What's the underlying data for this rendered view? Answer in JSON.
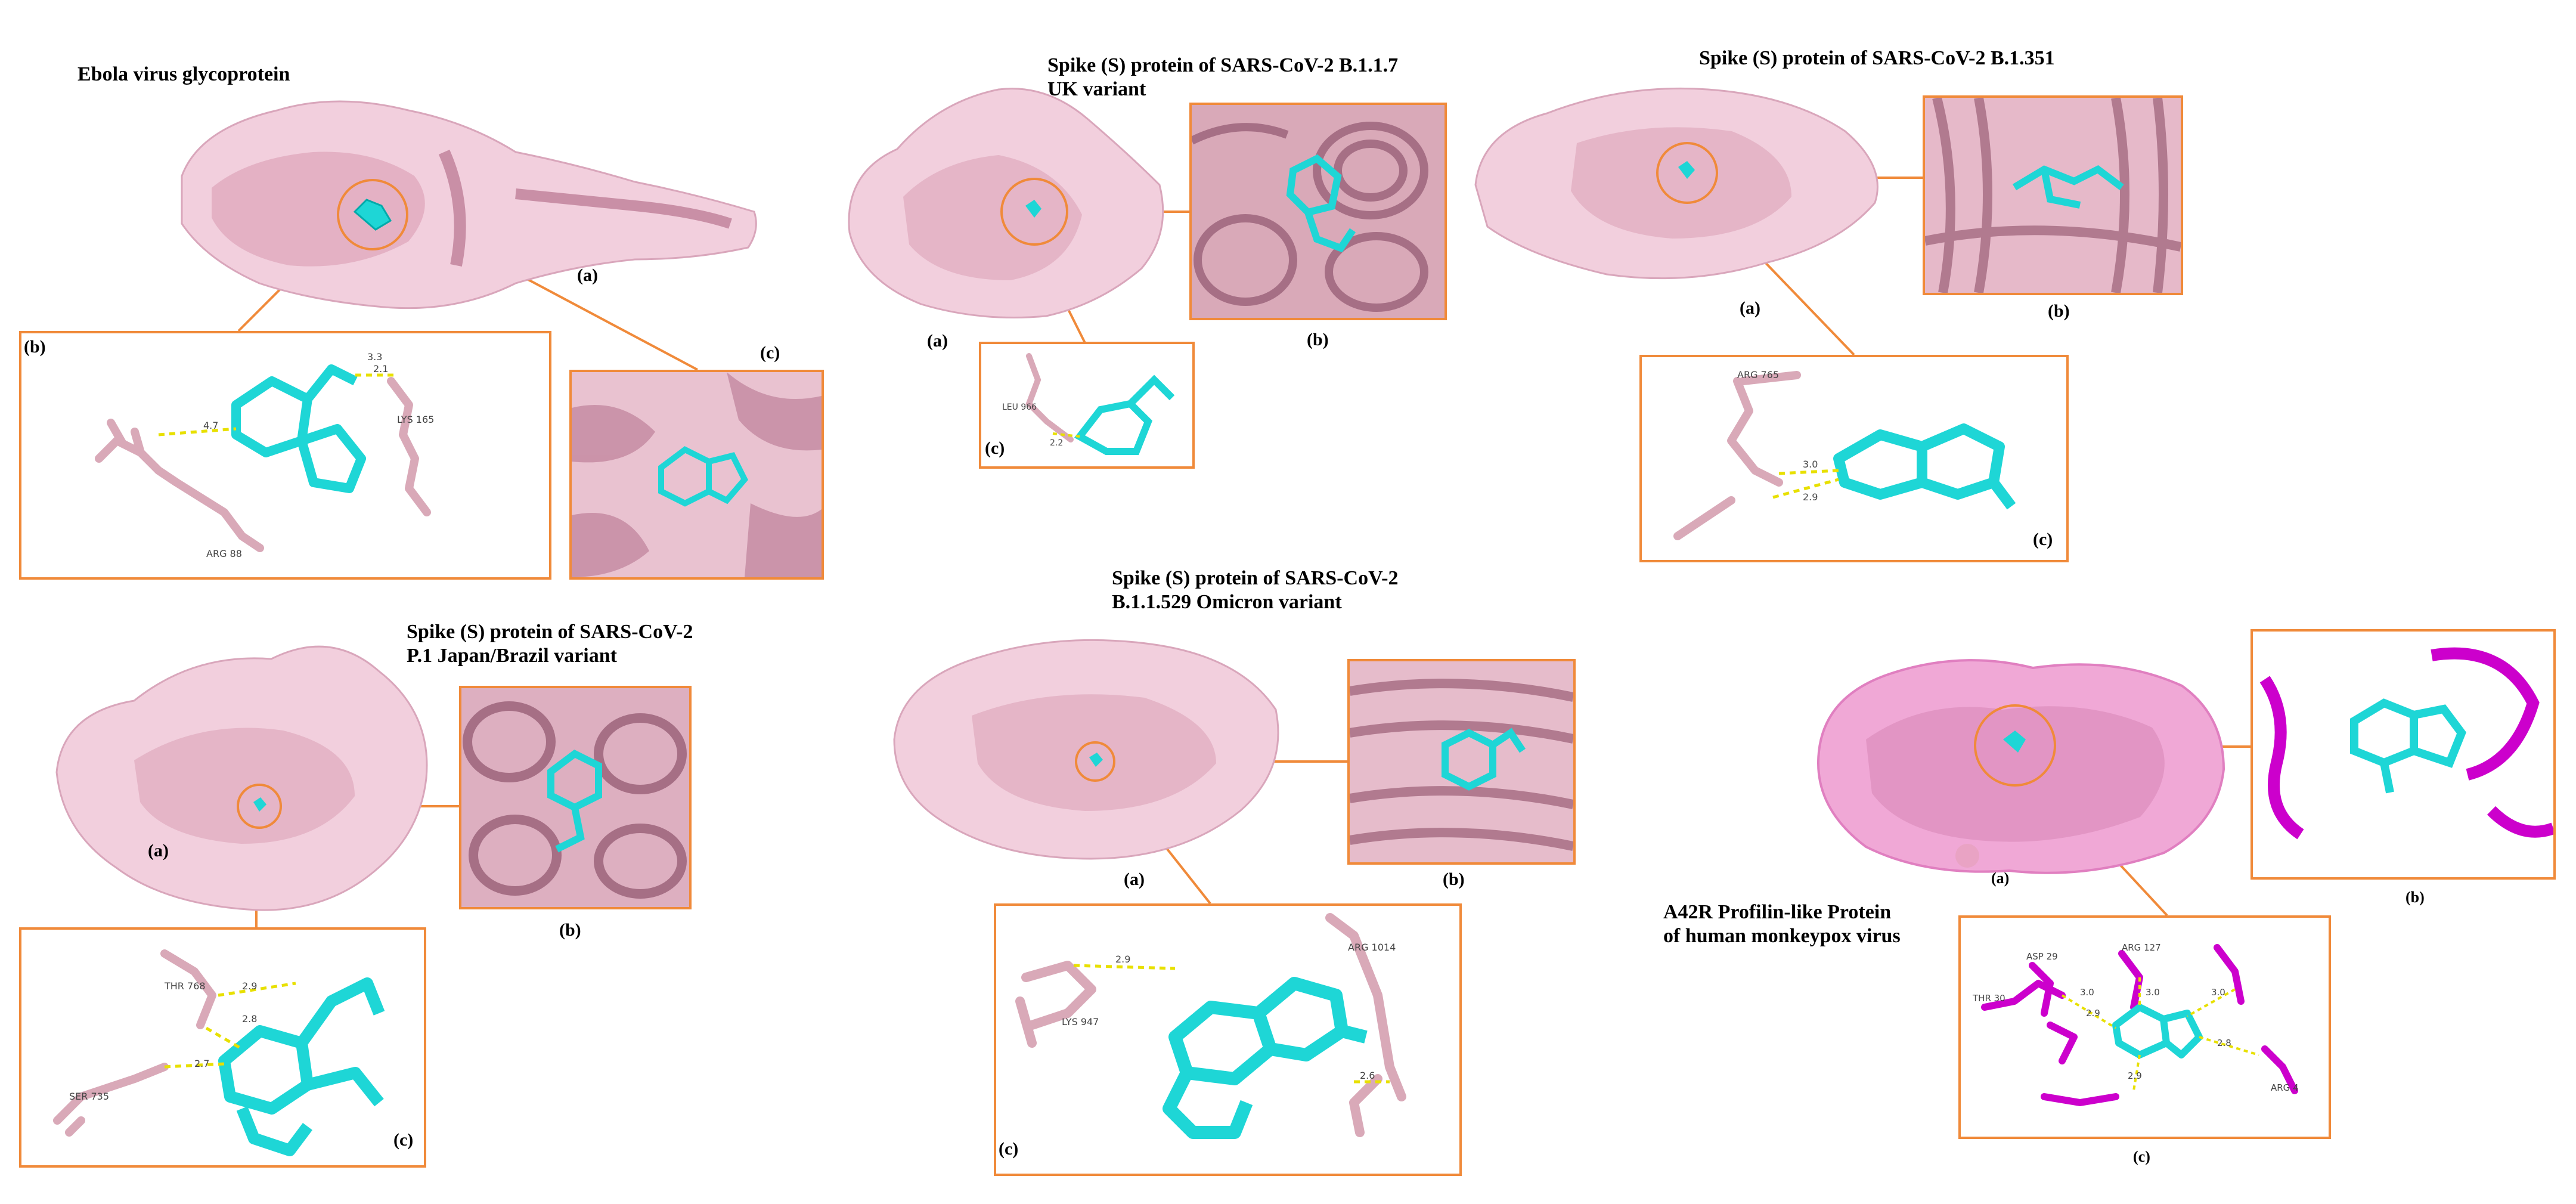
{
  "panels": [
    {
      "title_lines": [
        "Ebola virus glycoprotein"
      ],
      "labels": [
        "(a)",
        "(b)",
        "(c)"
      ]
    },
    {
      "title_lines": [
        "Spike (S) protein of SARS-CoV-2 B.1.1.7",
        "UK variant"
      ],
      "labels": [
        "(a)",
        "(b)",
        "(c)"
      ]
    },
    {
      "title_lines": [
        "Spike (S) protein of SARS-CoV-2 B.1.351"
      ],
      "labels": [
        "(a)",
        "(b)",
        "(c)"
      ]
    },
    {
      "title_lines": [
        "Spike (S) protein of SARS-CoV-2",
        "P.1 Japan/Brazil variant"
      ],
      "labels": [
        "(a)",
        "(b)",
        "(c)"
      ]
    },
    {
      "title_lines": [
        "Spike (S) protein of SARS-CoV-2",
        "B.1.1.529 Omicron variant"
      ],
      "labels": [
        "(a)",
        "(b)",
        "(c)"
      ]
    },
    {
      "title_lines": [
        "A42R Profilin-like Protein",
        "of human monkeypox virus"
      ],
      "labels": [
        "(a)",
        "(b)",
        "(c)"
      ]
    }
  ],
  "residues": {
    "ebola": [
      "LYS 165",
      "ARG 88"
    ],
    "uk": [
      "LEU 966"
    ],
    "sa": [
      "ARG 765"
    ],
    "p1": [
      "THR 768",
      "SER 735"
    ],
    "omicron": [
      "LYS 947",
      "ARG 1014"
    ],
    "mpox": [
      "ARG 127",
      "THR 30",
      "ASP 29",
      "ARG 4"
    ]
  },
  "distances": {
    "ebola": [
      "3.3",
      "2.1",
      "4.7"
    ],
    "uk": [
      "2.2"
    ],
    "sa": [
      "3.0",
      "2.9"
    ],
    "p1": [
      "2.9",
      "2.8",
      "2.7"
    ],
    "omicron": [
      "2.9",
      "2.6"
    ],
    "mpox": [
      "3.0",
      "2.9",
      "3.0",
      "2.8",
      "2.9",
      "3.0"
    ]
  },
  "colors": {
    "callout": "#F08A3A",
    "protein": "#E8B4C8",
    "protein_dark": "#B88A9C",
    "ligand": "#1ED6D6",
    "mpox_residue": "#CC00CC",
    "hbond": "#E8E000"
  }
}
